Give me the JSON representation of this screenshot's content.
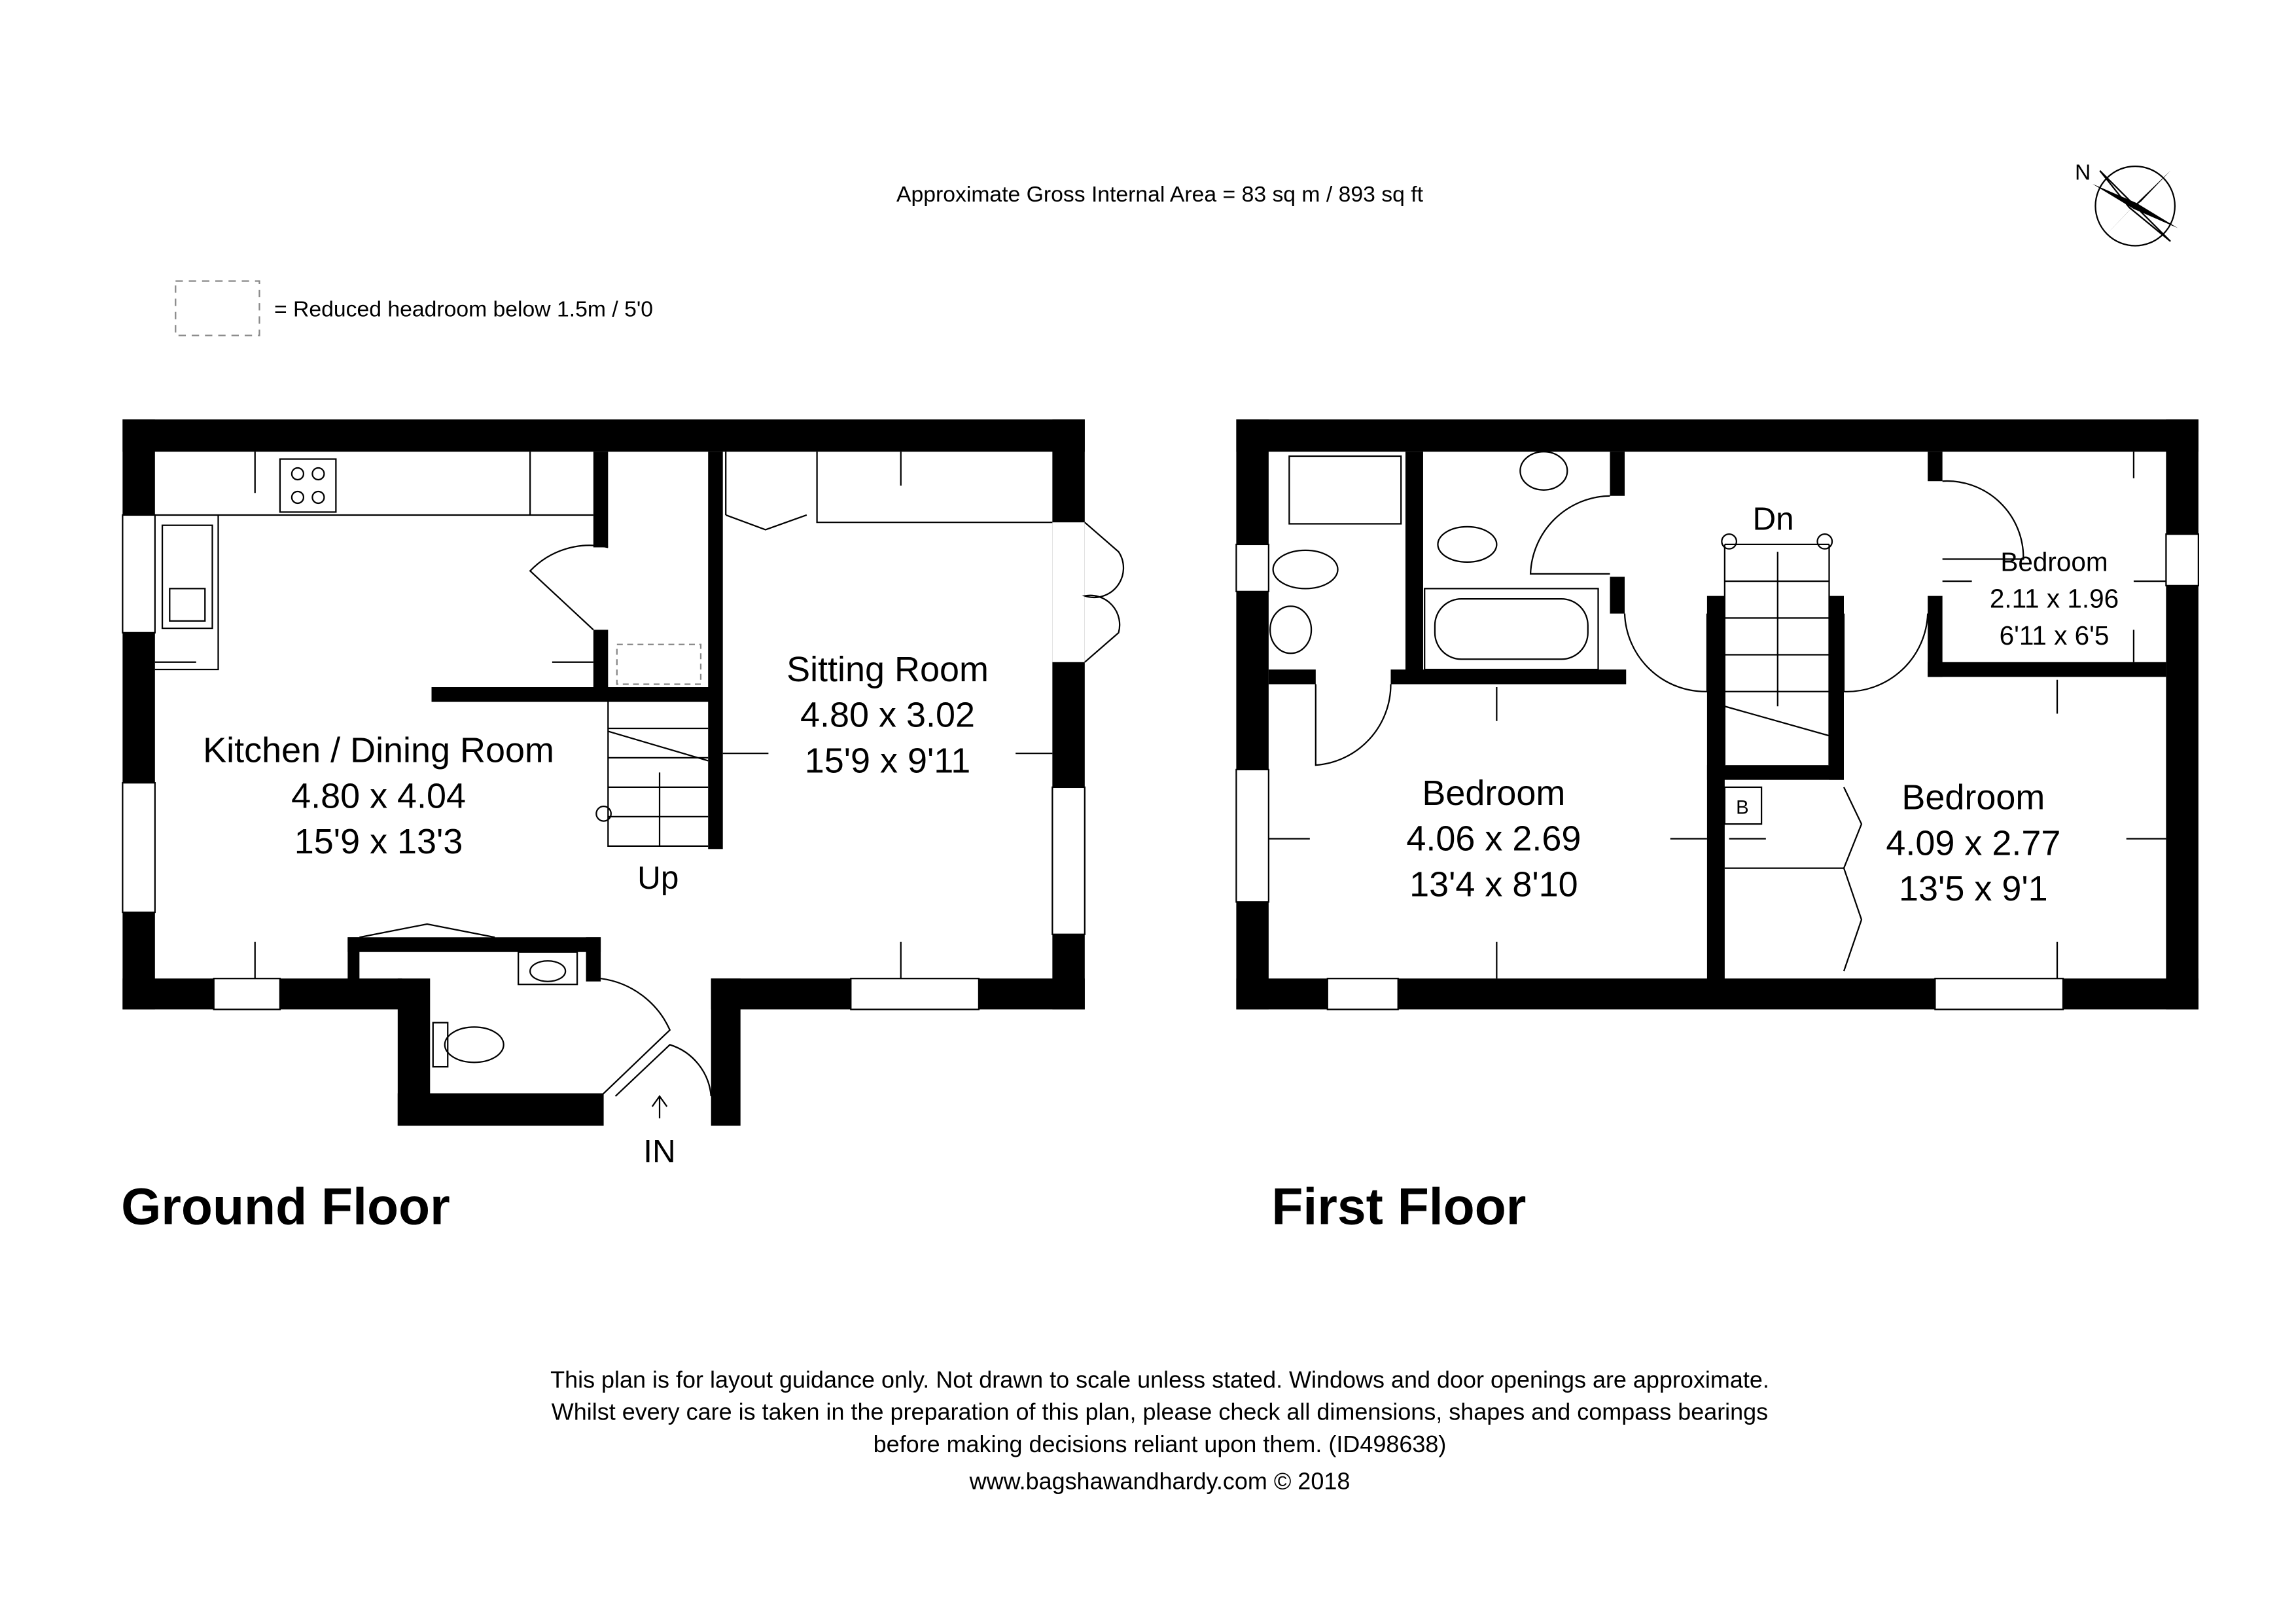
{
  "header": {
    "area": "Approximate Gross Internal Area = 83 sq m / 893 sq ft",
    "compass_label": "N",
    "legend_text": "= Reduced headroom below 1.5m / 5'0"
  },
  "ground_floor": {
    "title": "Ground Floor",
    "rooms": [
      {
        "name": "Kitchen / Dining Room",
        "metric": "4.80 x 4.04",
        "imperial": "15'9 x 13'3"
      },
      {
        "name": "Sitting Room",
        "metric": "4.80 x 3.02",
        "imperial": "15'9 x 9'11"
      }
    ],
    "stairs_label": "Up",
    "entrance_label": "IN"
  },
  "first_floor": {
    "title": "First Floor",
    "rooms": [
      {
        "name": "Bedroom",
        "metric": "4.06 x 2.69",
        "imperial": "13'4 x 8'10"
      },
      {
        "name": "Bedroom",
        "metric": "4.09 x 2.77",
        "imperial": "13'5 x 9'1"
      },
      {
        "name": "Bedroom",
        "metric": "2.11 x 1.96",
        "imperial": "6'11 x 6'5"
      }
    ],
    "stairs_label": "Dn",
    "boiler_label": "B"
  },
  "footer": {
    "line1": "This plan is for layout guidance only. Not drawn to scale unless stated. Windows and door openings are approximate.",
    "line2": "Whilst every care is taken in the preparation of this plan, please check all dimensions, shapes and compass bearings",
    "line3": "before making decisions reliant upon them. (ID498638)",
    "website": "www.bagshawandhardy.com",
    "copyright": "© 2018"
  }
}
